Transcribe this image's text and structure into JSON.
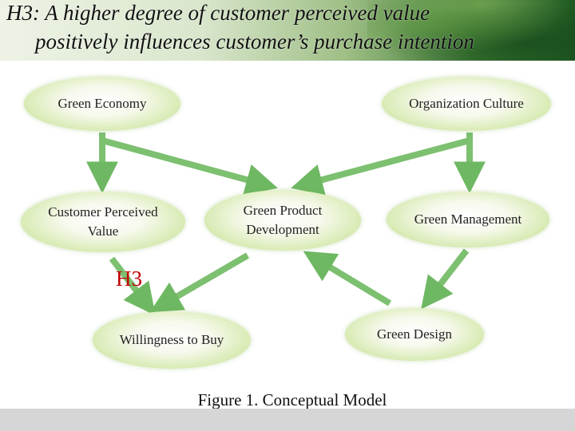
{
  "header": {
    "line1": "H3: A higher degree of customer perceived value",
    "line2": "positively influences customer’s purchase intention"
  },
  "nodes": {
    "green_economy": "Green Economy",
    "organization_culture": "Organization Culture",
    "customer_perceived_value_line1": "Customer Perceived",
    "customer_perceived_value_line2": "Value",
    "green_product_development_line1": "Green Product",
    "green_product_development_line2": "Development",
    "green_management": "Green Management",
    "willingness_to_buy": "Willingness to Buy",
    "green_design": "Green Design"
  },
  "hypothesis_label": "H3",
  "caption": "Figure 1. Conceptual  Model",
  "colors": {
    "arrow": "#7cc070",
    "arrow_dark": "#4e9a48",
    "hypothesis": "#c00000"
  }
}
